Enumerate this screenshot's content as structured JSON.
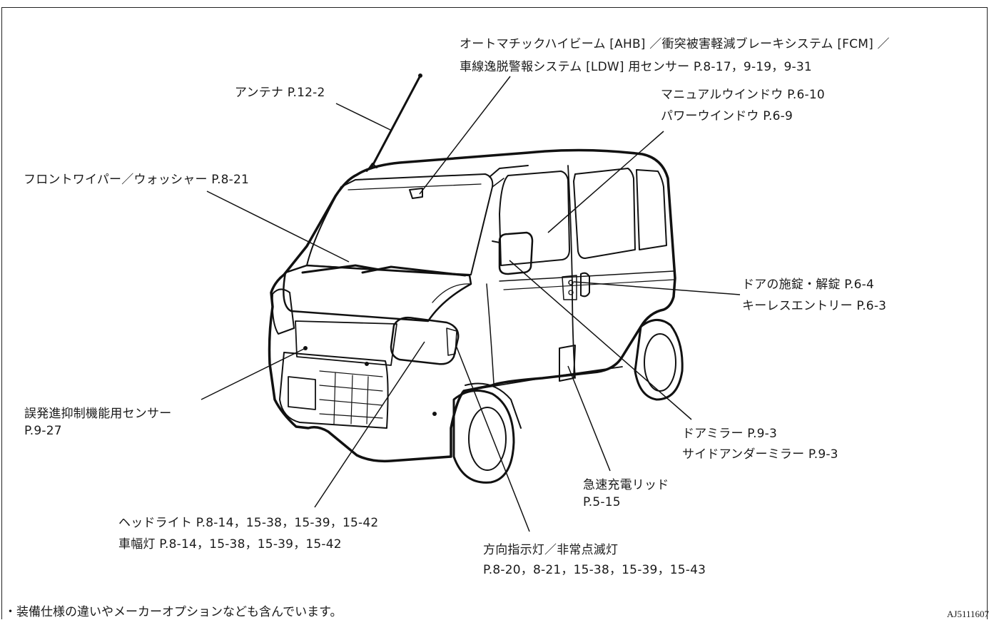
{
  "callouts": {
    "ahb_sensor": {
      "line1": "オートマチックハイビーム [AHB] ／衝突被害軽減ブレーキシステム [FCM] ／",
      "line2": "車線逸脱警報システム [LDW] 用センサー P.8-17，9-19，9-31"
    },
    "antenna": {
      "line1": "アンテナ P.12-2"
    },
    "window": {
      "line1": "マニュアルウインドウ P.6-10",
      "line2": "パワーウインドウ P.6-9"
    },
    "wiper": {
      "line1": "フロントワイパー／ウォッシャー P.8-21"
    },
    "door_lock": {
      "line1": "ドアの施錠・解錠 P.6-4",
      "line2": "キーレスエントリー P.6-3"
    },
    "misstart_sensor": {
      "line1": "誤発進抑制機能用センサー",
      "line2": "P.9-27"
    },
    "door_mirror": {
      "line1": "ドアミラー P.9-3",
      "line2": "サイドアンダーミラー P.9-3"
    },
    "charge_lid": {
      "line1": "急速充電リッド",
      "line2": "P.5-15"
    },
    "headlight": {
      "line1": "ヘッドライト P.8-14，15-38，15-39，15-42",
      "line2": "車幅灯 P.8-14，15-38，15-39，15-42"
    },
    "turn_signal": {
      "line1": "方向指示灯／非常点滅灯",
      "line2": "P.8-20，8-21，15-38，15-39，15-43"
    }
  },
  "footnote": "・装備仕様の違いやメーカーオプションなども含んでいます。",
  "figure_code": "AJ5111607"
}
